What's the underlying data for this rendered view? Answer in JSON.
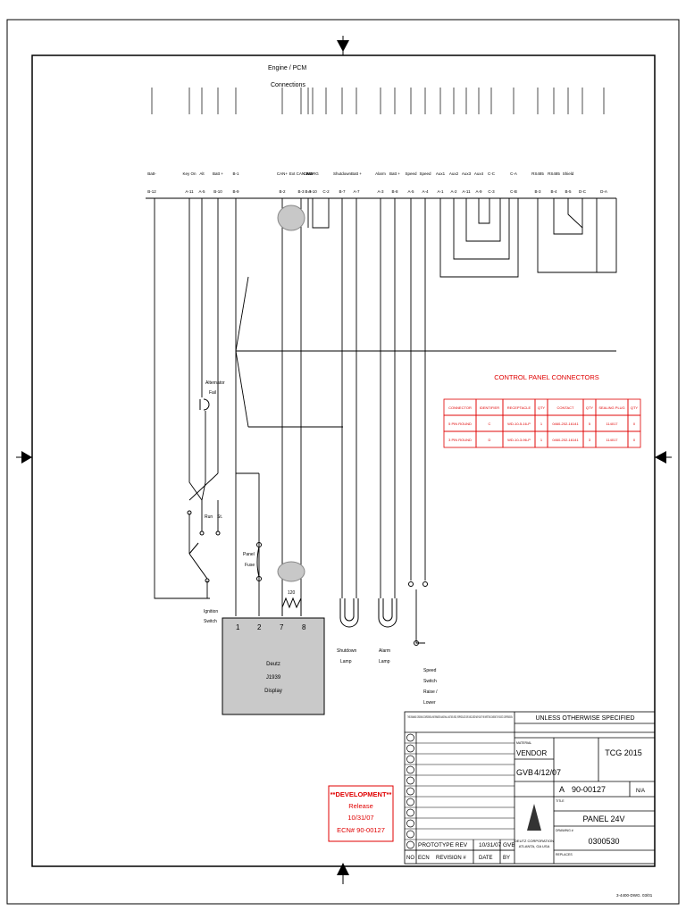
{
  "header": {
    "line1": "Engine / PCM",
    "line2": "Connections"
  },
  "top_pins": [
    {
      "label": "Batt-",
      "pin": "B-12"
    },
    {
      "label": "Key On",
      "pin": "A-11"
    },
    {
      "label": "Alt",
      "pin": "A-5"
    },
    {
      "label": "Batt +",
      "pin": "B-10"
    },
    {
      "label": "B-1",
      "pin": "B-9"
    },
    {
      "label": "CAN+",
      "pin": "B-2"
    },
    {
      "label": "Ext CAN Bus",
      "pin": "B-3"
    },
    {
      "label": "CAN-",
      "pin": "B-3"
    },
    {
      "label": "NORG",
      "pin": "A-10"
    },
    {
      "label": "",
      "pin": "C-2"
    },
    {
      "label": "Shutdown",
      "pin": "B-7"
    },
    {
      "label": "Batt +",
      "pin": "A-7"
    },
    {
      "label": "Alarm",
      "pin": "A-3"
    },
    {
      "label": "Batt +",
      "pin": "B-8"
    },
    {
      "label": "Speed",
      "pin": "A-5"
    },
    {
      "label": "Speed",
      "pin": "A-4"
    },
    {
      "label": "Aux1",
      "pin": "A-1"
    },
    {
      "label": "Aux2",
      "pin": "A-2"
    },
    {
      "label": "Aux3",
      "pin": "A-11"
    },
    {
      "label": "Aux4",
      "pin": "A-9"
    },
    {
      "label": "C-C",
      "pin": "C-3"
    },
    {
      "label": "C-A",
      "pin": "C-B"
    },
    {
      "label": "RS485",
      "pin": "B-3"
    },
    {
      "label": "RS485",
      "pin": "B-4"
    },
    {
      "label": "Shield",
      "pin": "B-5"
    },
    {
      "label": "",
      "pin": "D-C"
    },
    {
      "label": "",
      "pin": "D-A"
    }
  ],
  "components": {
    "alternator": [
      "Alternator",
      "Fail"
    ],
    "ignition": [
      "Ignition",
      "Switch"
    ],
    "run_st": [
      "Run",
      "St."
    ],
    "panel_fuse": [
      "Panel",
      "Fuse"
    ],
    "resistor": "120",
    "shutdown_lamp": [
      "Shutdown",
      "Lamp"
    ],
    "alarm_lamp": [
      "Alarm",
      "Lamp"
    ],
    "speed_switch": [
      "Speed",
      "Switch",
      "Raise /",
      "Lower"
    ],
    "display": [
      "Deutz",
      "J1939",
      "Display"
    ],
    "display_pins": [
      "1",
      "2",
      "7",
      "8"
    ]
  },
  "connector_table": {
    "title": "CONTROL PANEL CONNECTORS",
    "headers": [
      "CONNECTOR",
      "IDENTIFIER",
      "RECEPTACLE",
      "QTY",
      "CONTACT",
      "QTY",
      "SEALING PLUG",
      "QTY"
    ],
    "rows": [
      [
        "5 PIN ROUND",
        "C",
        "WD-10-5-16-P",
        "1",
        "0460-202-16141",
        "5",
        "114017",
        "0"
      ],
      [
        "3 PIN ROUND",
        "D",
        "WD-10-3-96-P",
        "1",
        "0460-202-16141",
        "3",
        "114017",
        "0"
      ]
    ]
  },
  "stamp": {
    "line1": "**DEVELOPMENT**",
    "line2": "Release",
    "line3": "10/31/07",
    "line4": "ECN# 90-00127"
  },
  "title_block": {
    "notice": "THIS DRAWING CONTAINS CONFIDENTIAL INFORMATION AND SHALL NOT BE USED, REPRODUCED OR DISCLOSED WITHOUT THE WRITTEN CONSENT OF DEUTZ CORPORATION.",
    "unless": "UNLESS OTHERWISE SPECIFIED",
    "material_label": "MATERIAL",
    "vendor": "VENDOR",
    "model": "TCG 2015",
    "drawn_by": "GVB",
    "date": "4/12/07",
    "size": "A",
    "ecn": "90-00127",
    "scale": "N/A",
    "title_label": "TITLE",
    "title": "PANEL 24V",
    "drawing_label": "DRAWING #",
    "drawing_no": "0300530",
    "company": [
      "DEUTZ CORPORATION",
      "ATLANTA, GA USA"
    ],
    "replaces_label": "REPLACES",
    "rev_row": [
      "PROTOTYPE REV",
      "10/31/07",
      "GVB"
    ],
    "rev_header": [
      "NO",
      "ECN",
      "REVISION #",
      "DATE",
      "BY"
    ],
    "footer": "3-4400-DWG. 03/01"
  }
}
